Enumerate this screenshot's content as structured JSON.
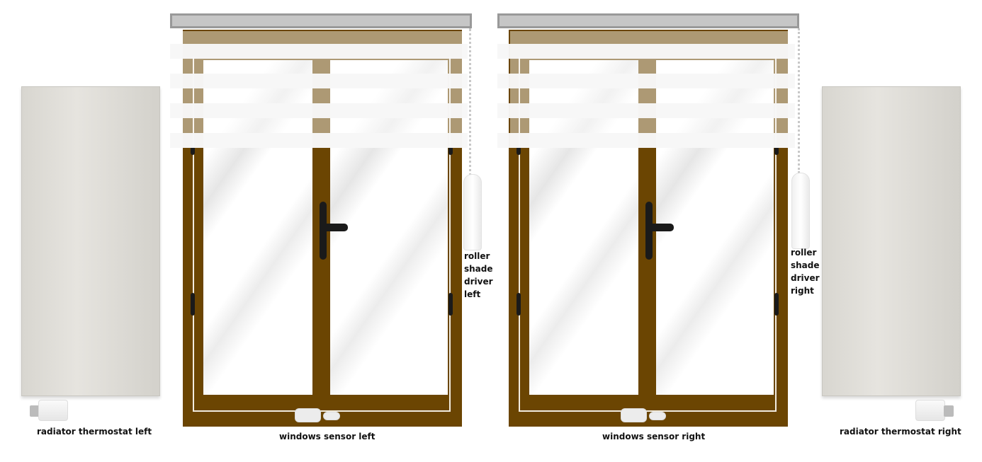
{
  "labels": {
    "radiator_left": "radiator thermostat left",
    "radiator_right": "radiator thermostat right",
    "window_left": "windows sensor left",
    "window_right": "windows sensor right",
    "driver_left": "roller shade driver left",
    "driver_right": "roller shade driver right"
  },
  "colors": {
    "frame": "#6b4502",
    "headrail": "#c6c6c6",
    "slat": "#f7f7f7",
    "radiator": "#e0ded9"
  }
}
